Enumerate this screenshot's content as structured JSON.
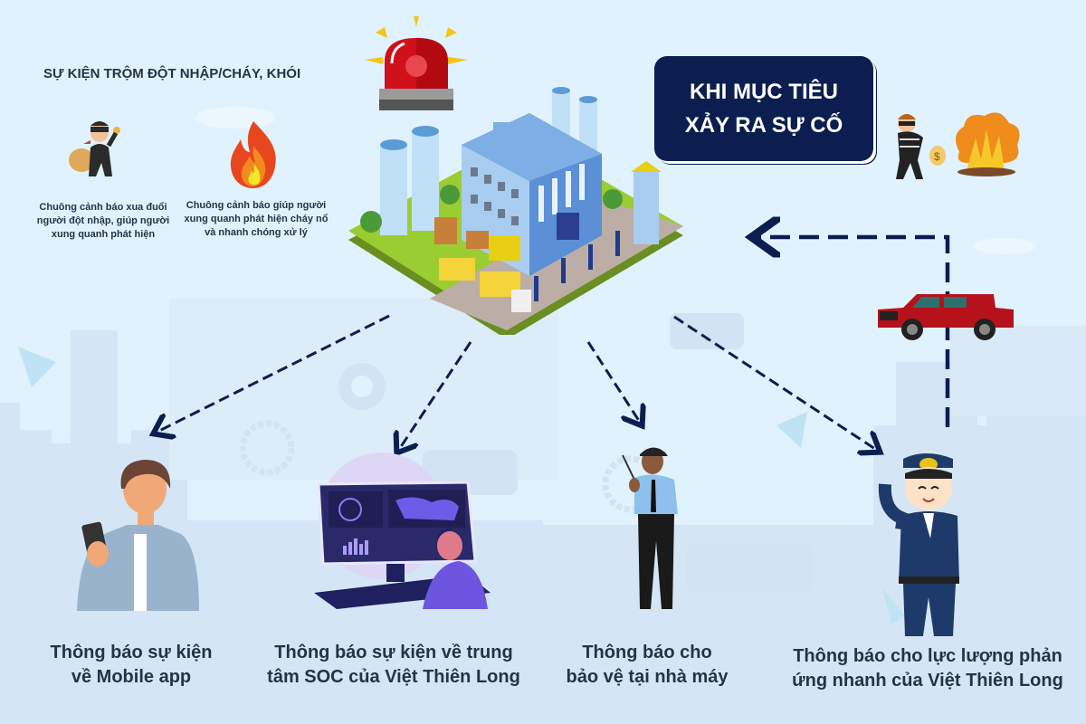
{
  "header": {
    "event_title": "SỰ KIỆN TRỘM ĐỘT NHẬP/CHÁY, KHÓI"
  },
  "events": [
    {
      "icon": "thief-icon",
      "description": "Chuông cảnh báo xua đuổi\nngười đột nhập, giúp người\nxung quanh phát hiện"
    },
    {
      "icon": "fire-icon",
      "description": "Chuông cảnh báo giúp người\nxung quanh phát hiện cháy nổ\nvà nhanh chóng xử lý"
    }
  ],
  "callout": {
    "text": "KHI MỤC TIÊU\nXẢY RA SỰ CỐ"
  },
  "center": {
    "siren_icon": "siren-icon",
    "building_icon": "factory-building-icon"
  },
  "incident_icons": [
    "robber-with-money-bag-icon",
    "explosion-icon"
  ],
  "response_vehicle": "red-pickup-truck-icon",
  "notifications": [
    {
      "illustration": "man-with-phone-icon",
      "label": "Thông báo sự kiện\nvề Mobile app"
    },
    {
      "illustration": "soc-monitor-operator-icon",
      "label": "Thông báo sự kiện về trung\ntâm SOC của Việt Thiên Long"
    },
    {
      "illustration": "security-guard-icon",
      "label": "Thông báo cho\nbảo vệ tại nhà máy"
    },
    {
      "illustration": "police-officer-icon",
      "label": "Thông báo cho lực lượng phản\nứng nhanh của Việt Thiên Long"
    }
  ],
  "colors": {
    "background": "#e0f2fe",
    "callout_bg": "#0b1e4f",
    "arrow": "#0b1e4f",
    "text": "#243447"
  }
}
